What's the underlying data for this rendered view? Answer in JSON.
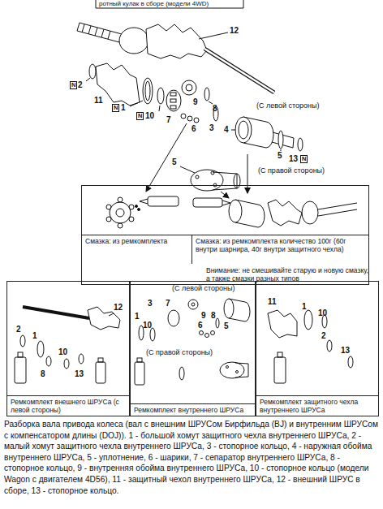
{
  "diagram": {
    "caption": "Разборка вала привода колеса (вал с внешним ШРУСом Бирфильда (BJ) и внутренним ШРУСом с компенсатором длины (DOJ)). 1 - большой хомут защитного чехла внутреннего ШРУСа, 2 - малый хомут защитного чехла внутреннего ШРУСа, 3 - стопорное кольцо, 4 - наружная обойма внутреннего ШРУСа, 5 - уплотнение, 6 - шарики, 7 - сепаратор внутреннего ШРУСа, 8 - стопорное кольцо, 9 - внутренняя обойма внутреннего ШРУСа, 10 - стопорное кольцо (модели Wagon с двигателем 4D56), 11 - защитный чехол внутреннего ШРУСа, 12 - внешний ШРУС в сборе, 13 - стопорное кольцо.",
    "nodes": [
      {
        "text": [
          "Внимание: не смешивайте старую и новую смазку, а также смазки разных типов"
        ]
      },
      {
        "text": [
          "Смазка: из ремкомплекта"
        ],
        "in": 0
      },
      {
        "text": [
          "Смазка: из ремкомплекта количество 100г (60г внутри шарнира, 40г внутри защитного чехла)"
        ],
        "in": 0
      },
      {
        "text": [
          "Ремкомплект внешнего ШРУСа (с левой стороны)"
        ]
      },
      {
        "text": [
          "Ремкомплект внутреннего ШРУСа"
        ]
      },
      {
        "text": [
          "Ремкомплект защитного чехла внутреннего ШРУСа"
        ]
      }
    ],
    "labels": [
      "ротный кулак в сборе (модели 4WD)",
      "12",
      "N",
      "2",
      "11",
      "N",
      "1",
      "N",
      "10",
      "7",
      "9",
      "8",
      "6",
      "3",
      "4",
      "5",
      "(С левой стороны)",
      "13",
      "N",
      "5",
      "(С правой стороны)",
      "12",
      "2",
      "1",
      "10",
      "8",
      "13",
      "(С левой стороны)",
      "3",
      "7",
      "1",
      "10",
      "9",
      "8",
      "6",
      "5",
      "(С правой стороны)",
      "11",
      "1",
      "10",
      "2",
      "13"
    ]
  }
}
